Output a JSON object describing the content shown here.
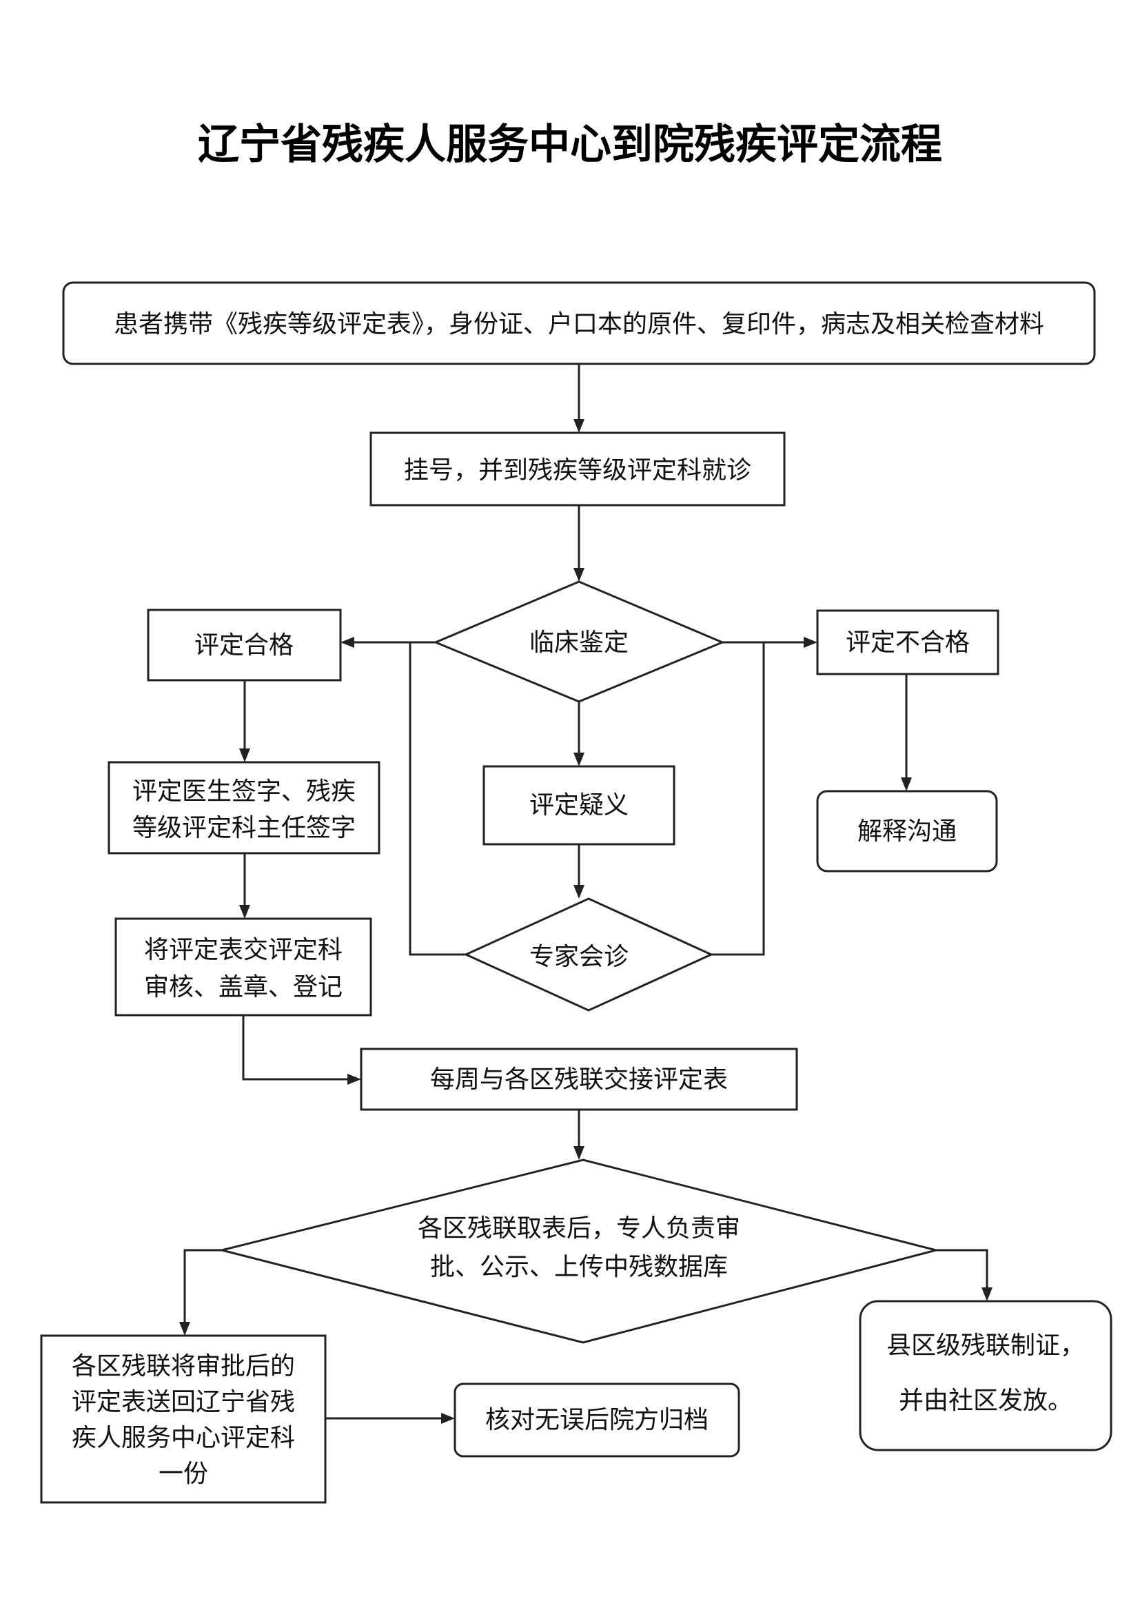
{
  "title": "辽宁省残疾人服务中心到院残疾评定流程",
  "nodes": {
    "materials": [
      "患者携带《残疾等级评定表》，身份证、户口本的原件、复印件，病志及相关检查材料"
    ],
    "register": [
      "挂号，并到残疾等级评定科就诊"
    ],
    "clinical": [
      "临床鉴定"
    ],
    "qualified": [
      "评定合格"
    ],
    "unqualified": [
      "评定不合格"
    ],
    "doubt": [
      "评定疑义"
    ],
    "explain": [
      "解释沟通"
    ],
    "sign": [
      "评定医生签字、残疾",
      "等级评定科主任签字"
    ],
    "submit": [
      "将评定表交评定科",
      "审核、盖章、登记"
    ],
    "expert": [
      "专家会诊"
    ],
    "weekly": [
      "每周与各区残联交接评定表"
    ],
    "district": [
      "各区残联取表后，专人负责审",
      "批、公示、上传中残数据库"
    ],
    "return_form": [
      "各区残联将审批后的",
      "评定表送回辽宁省残",
      "疾人服务中心评定科",
      "一份"
    ],
    "archive": [
      "核对无误后院方归档"
    ],
    "certificate": [
      "县区级残联制证，",
      "并由社区发放。"
    ]
  }
}
